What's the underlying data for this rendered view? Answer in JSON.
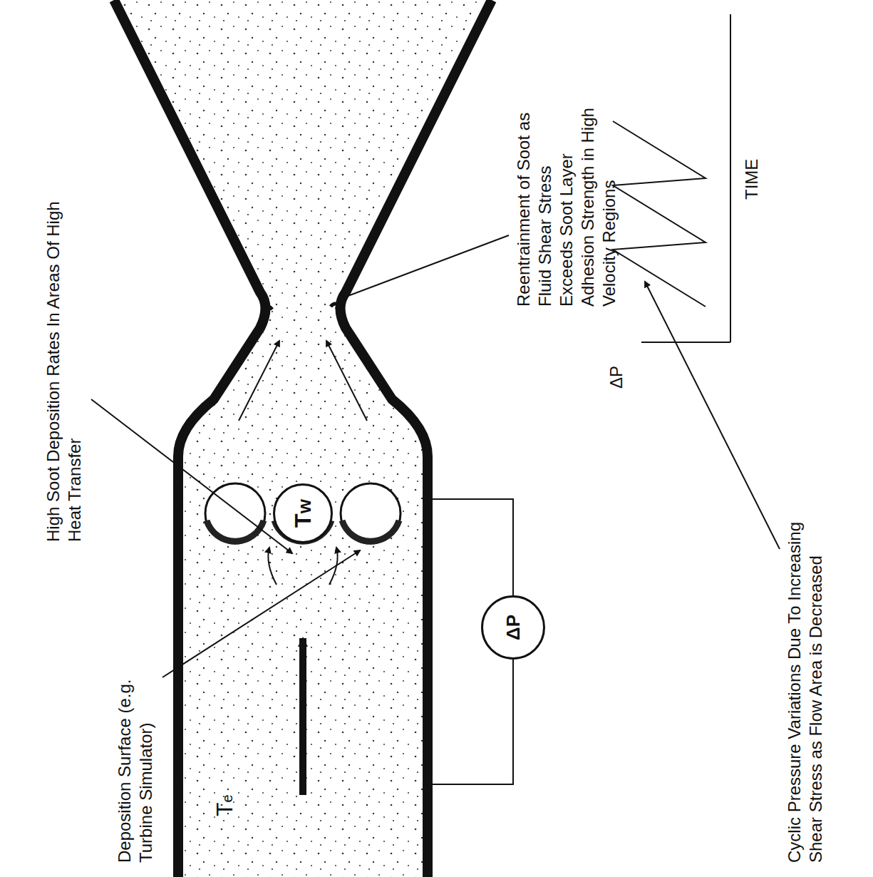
{
  "diagram": {
    "nodes": [
      {
        "text": [
          "Tw"
        ]
      },
      {
        "text": [
          "ΔP"
        ]
      }
    ],
    "labels": [
      "High Soot Deposition Rates In Areas Of High Heat Transfer",
      "Reentrainment of Soot as Fluid Shear Stress Exceeds Soot Layer Adhesion Strength in High Velocity Regions",
      "Deposition Surface (e.g. Turbine Simulator)",
      "Te",
      "ΔP",
      "TIME",
      "Cyclic Pressure Variations Due To Increasing Shear Stress as Flow Area is Decreased"
    ]
  }
}
